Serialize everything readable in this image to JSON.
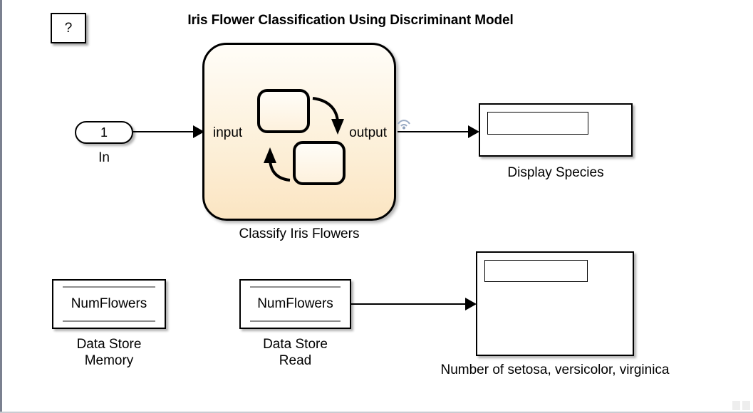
{
  "model": {
    "title": "Iris Flower Classification Using Discriminant Model",
    "help_button_label": "?"
  },
  "blocks": {
    "inport": {
      "port_number": "1",
      "caption": "In"
    },
    "chart": {
      "input_port_label": "input",
      "output_port_label": "output",
      "caption": "Classify Iris Flowers",
      "logging_badge_icon": "signal-logging-icon",
      "state_count": 2,
      "fill_top_color": "#fffdf8",
      "fill_bottom_color": "#fbe5c2",
      "border_color": "#000000"
    },
    "display_species": {
      "value": "",
      "caption": "Display Species"
    },
    "data_store_memory": {
      "name": "NumFlowers",
      "caption": "Data Store\nMemory"
    },
    "data_store_read": {
      "name": "NumFlowers",
      "caption": "Data Store\nRead"
    },
    "display_counts": {
      "value": "",
      "caption": "Number of setosa, versicolor, virginica"
    }
  },
  "theme": {
    "canvas_background": "#ffffff",
    "line_color": "#000000",
    "edge_border_color": "#7b8190"
  }
}
